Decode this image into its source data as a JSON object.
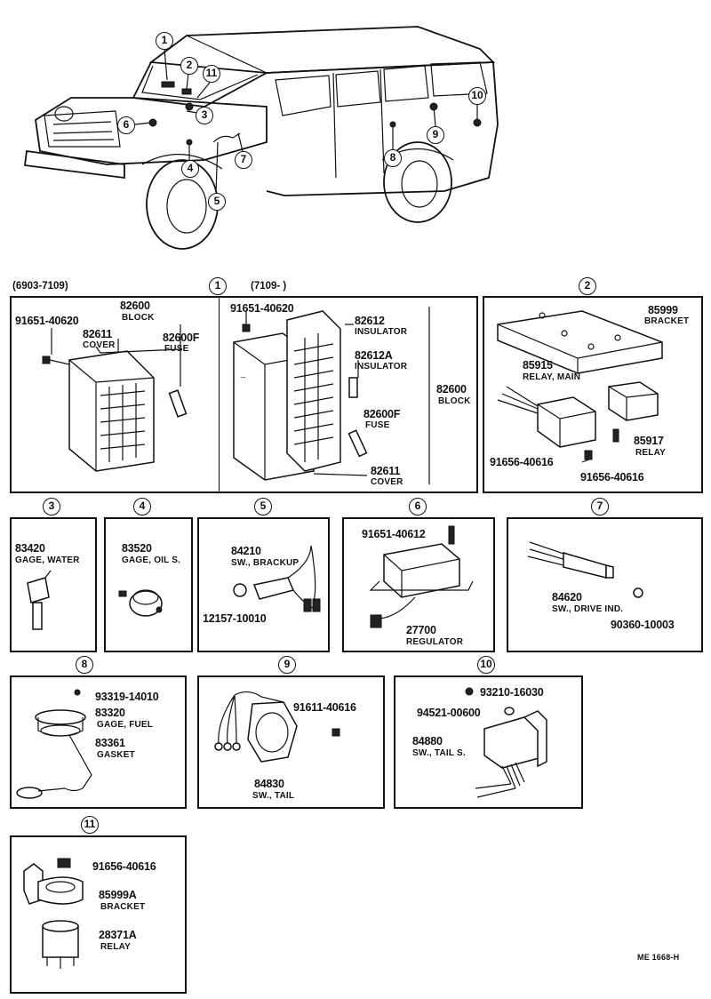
{
  "diagram_code": "ME 1668-H",
  "vehicle": {
    "callouts": [
      {
        "n": "1"
      },
      {
        "n": "2"
      },
      {
        "n": "11"
      },
      {
        "n": "3"
      },
      {
        "n": "6"
      },
      {
        "n": "4"
      },
      {
        "n": "5"
      },
      {
        "n": "7"
      },
      {
        "n": "8"
      },
      {
        "n": "9"
      },
      {
        "n": "10"
      }
    ]
  },
  "sections": {
    "s1": {
      "callout": "1",
      "range_left": "(6903-7109)",
      "range_right": "(7109-        )",
      "left": {
        "bolt_pn": "91651-40620",
        "block_pn": "82600",
        "block_name": "BLOCK",
        "cover_pn": "82611",
        "cover_name": "COVER",
        "fuse_pn": "82600F",
        "fuse_name": "FUSE"
      },
      "right": {
        "bolt_pn": "91651-40620",
        "insulator_pn": "82612",
        "insulator_name": "INSULATOR",
        "insulator2_pn": "82612A",
        "insulator2_name": "INSULATOR",
        "block_pn": "82600",
        "block_name": "BLOCK",
        "fuse_pn": "82600F",
        "fuse_name": "FUSE",
        "cover_pn": "82611",
        "cover_name": "COVER"
      }
    },
    "s2": {
      "callout": "2",
      "bracket_pn": "85999",
      "bracket_name": "BRACKET",
      "relay_main_pn": "85915",
      "relay_main_name": "RELAY, MAIN",
      "relay_pn": "85917",
      "relay_name": "RELAY",
      "bolt1_pn": "91656-40616",
      "bolt2_pn": "91656-40616"
    },
    "s3": {
      "callout": "3",
      "pn": "83420",
      "name": "GAGE, WATER"
    },
    "s4": {
      "callout": "4",
      "pn": "83520",
      "name": "GAGE, OIL S."
    },
    "s5": {
      "callout": "5",
      "pn": "84210",
      "name": "SW., BRACKUP",
      "washer_pn": "12157-10010"
    },
    "s6": {
      "callout": "6",
      "bolt_pn": "91651-40612",
      "pn": "27700",
      "name": "REGULATOR"
    },
    "s7": {
      "callout": "7",
      "pn": "84620",
      "name": "SW., DRIVE IND.",
      "ball_pn": "90360-10003"
    },
    "s8": {
      "callout": "8",
      "screw_pn": "93319-14010",
      "gage_pn": "83320",
      "gage_name": "GAGE, FUEL",
      "gasket_pn": "83361",
      "gasket_name": "GASKET"
    },
    "s9": {
      "callout": "9",
      "bolt_pn": "91611-40616",
      "pn": "84830",
      "name": "SW., TAIL"
    },
    "s10": {
      "callout": "10",
      "screw_pn": "93210-16030",
      "washer_pn": "94521-00600",
      "pn": "84880",
      "name": "SW., TAIL S."
    },
    "s11": {
      "callout": "11",
      "bolt_pn": "91656-40616",
      "bracket_pn": "85999A",
      "bracket_name": "BRACKET",
      "relay_pn": "28371A",
      "relay_name": "RELAY"
    }
  }
}
